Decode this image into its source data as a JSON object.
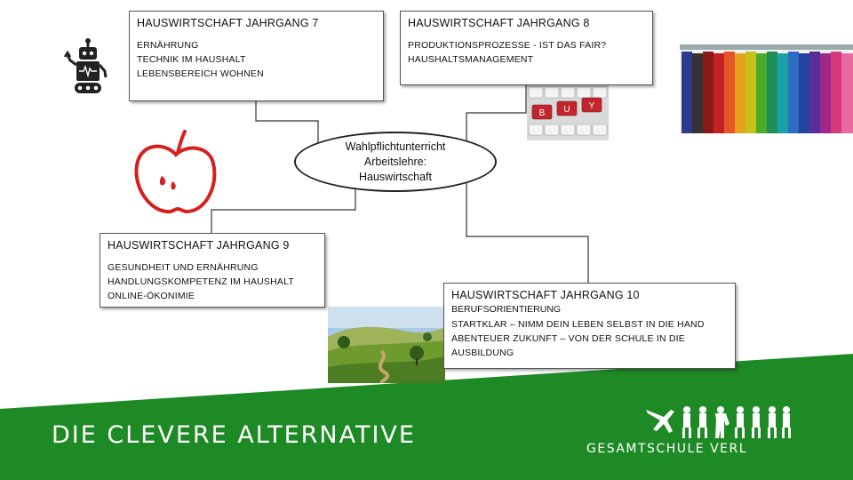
{
  "center": {
    "line1": "Wahlpflichtunterricht",
    "line2": "Arbeitslehre:",
    "line3": "Hauswirtschaft"
  },
  "boxes": {
    "jahrgang7": {
      "title": "HAUSWIRTSCHAFT JAHRGANG 7",
      "lines": [
        "ERNÄHRUNG",
        "TECHNIK IM HAUSHALT",
        "LEBENSBEREICH WOHNEN"
      ]
    },
    "jahrgang8": {
      "title": "HAUSWIRTSCHAFT JAHRGANG 8",
      "lines": [
        "PRODUKTIONSPROZESSE - IST DAS FAIR?",
        "HAUSHALTSMANAGEMENT"
      ]
    },
    "jahrgang9": {
      "title": "HAUSWIRTSCHAFT JAHRGANG 9",
      "lines": [
        "GESUNDHEIT UND ERNÄHRUNG",
        "HANDLUNGSKOMPETENZ IM HAUSHALT",
        "ONLINE-ÖKONIMIE"
      ]
    },
    "jahrgang10": {
      "title": "HAUSWIRTSCHAFT JAHRGANG 10",
      "subtitle": "BERUFSORIENTIERUNG",
      "lines": [
        "STARTKLAR – NIMM DEIN LEBEN SELBST IN DIE HAND",
        "ABENTEUER ZUKUNFT – VON DER SCHULE IN DIE",
        "AUSBILDUNG"
      ]
    }
  },
  "footer": {
    "slogan": "DIE CLEVERE ALTERNATIVE",
    "school": "GESAMTSCHULE VERL"
  },
  "keyboard_keys": [
    "B",
    "U",
    "Y"
  ],
  "colors": {
    "green": "#1e8a25",
    "apple_red": "#d62020",
    "key_red": "#c0262b"
  },
  "icons": [
    "robot-icon",
    "apple-icon",
    "keyboard-buy-image",
    "clothes-rack-image",
    "landscape-image",
    "school-logo-figures"
  ]
}
